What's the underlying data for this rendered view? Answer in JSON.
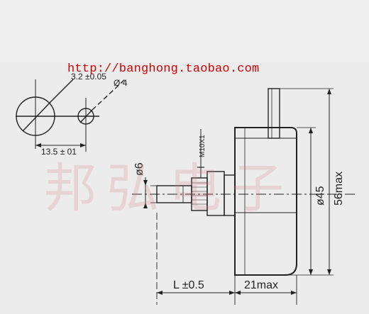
{
  "watermark_url": "http://banghong.taobao.com",
  "watermark_text": "邦弘电子",
  "labels": {
    "hole_small_dia": "Ø 4",
    "hole_big_dia": "3.2 ±0.05",
    "hole_spacing": "13.5 ± 01",
    "thread": "M10X1",
    "shaft_dia": "ø6",
    "body_dia": "ø45",
    "overall_height": "56max",
    "shaft_length": "L ±0.5",
    "body_depth": "21max"
  },
  "colors": {
    "url": "#d10000",
    "lines": "#222222",
    "watermark": "#d67882"
  }
}
